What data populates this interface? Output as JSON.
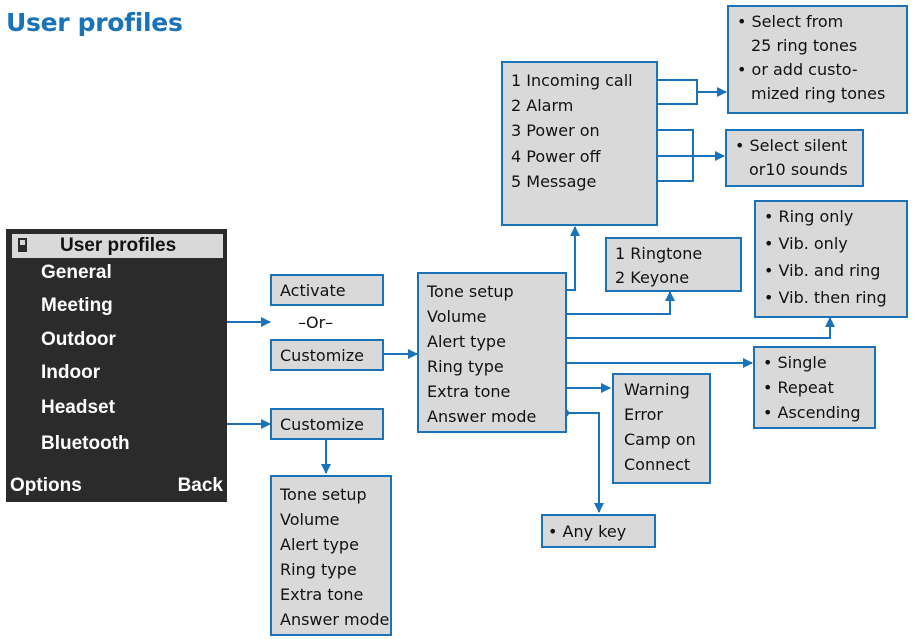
{
  "title": "User profiles",
  "phone": {
    "header": "User profiles",
    "items": [
      "General",
      "Meeting",
      "Outdoor",
      "Indoor",
      "Headset",
      "Bluetooth"
    ],
    "soft_left": "Options",
    "soft_right": "Back"
  },
  "activate": "Activate",
  "or_label": "–Or–",
  "customize_1": "Customize",
  "customize_2": "Customize",
  "customize_menu": [
    "Tone setup",
    "Volume",
    "Alert type",
    "Ring type",
    "Extra tone",
    "Answer mode"
  ],
  "tone_events": [
    "1 Incoming call",
    "2 Alarm",
    "3 Power on",
    "4 Power off",
    "5 Message"
  ],
  "ring_tones": [
    "• Select from",
    "25 ring tones",
    "• or add custo-",
    "mized ring tones"
  ],
  "silent_sounds": [
    "• Select silent",
    "or10 sounds"
  ],
  "volume_options": [
    "1 Ringtone",
    "2 Keyone"
  ],
  "alert_types": [
    "• Ring only",
    "• Vib. only",
    "• Vib. and ring",
    "• Vib. then ring"
  ],
  "ring_types": [
    "• Single",
    "• Repeat",
    "• Ascending"
  ],
  "extra_tones": [
    "Warning",
    "Error",
    "Camp on",
    "Connect"
  ],
  "answer_mode": [
    "• Any key"
  ],
  "colors": {
    "accent": "#1a73b8",
    "box_fill": "#d9d9d9",
    "phone_bg": "#2b2b2b"
  }
}
